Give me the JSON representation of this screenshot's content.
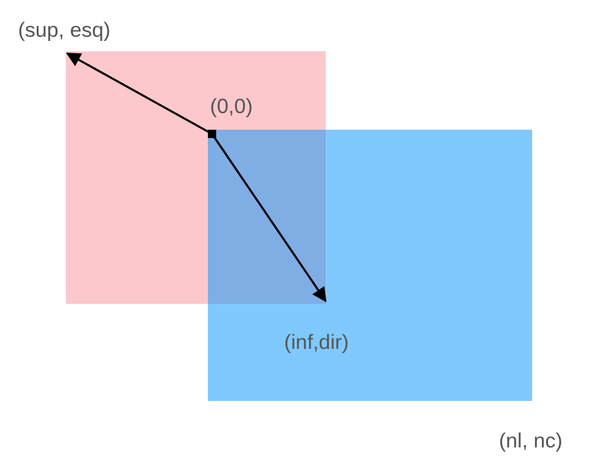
{
  "labels": {
    "top_left_corner": "(sup, esq)",
    "origin": "(0,0)",
    "bottom_right_of_red": "(inf,dir)",
    "bottom_right_outer": "(nl, nc)"
  },
  "colors": {
    "red_region": "#fcc8cc",
    "blue_region": "#80c9fd",
    "overlap_region": "#7eaee4",
    "arrow": "#000000",
    "text": "#555555",
    "background": "#ffffff"
  }
}
